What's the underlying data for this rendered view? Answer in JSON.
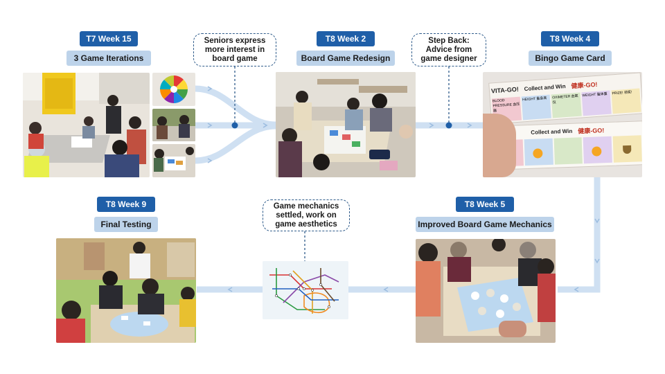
{
  "milestones": [
    {
      "week": "T7 Week 15",
      "title": "3 Game Iterations"
    },
    {
      "week": "T8 Week 2",
      "title": "Board Game Redesign"
    },
    {
      "week": "T8 Week 4",
      "title": "Bingo Game Card"
    },
    {
      "week": "T8 Week 5",
      "title": "Improved Board Game Mechanics"
    },
    {
      "week": "T8 Week 9",
      "title": "Final Testing"
    }
  ],
  "notes": {
    "seniors": "Seniors express more interest in board game",
    "stepback": "Step Back: Advice from game designer",
    "mechanics": "Game mechanics settled, work on game aesthetics"
  },
  "bingo_card": {
    "title_left": "VITA-GO!",
    "title_mid": "Collect and Win",
    "title_right": "健康-GO!",
    "cells": [
      "BLOOD PRESSURE 血压器",
      "HEIGHT 量身高",
      "OXIMETER 血氧仪",
      "WEIGHT 量体重",
      "PRIZE! 领奖!"
    ]
  },
  "colors": {
    "week_bg": "#1f5fa8",
    "title_bg": "#bdd3ea",
    "flow": "#cfe0f2",
    "note_border": "#2e5b8a"
  }
}
